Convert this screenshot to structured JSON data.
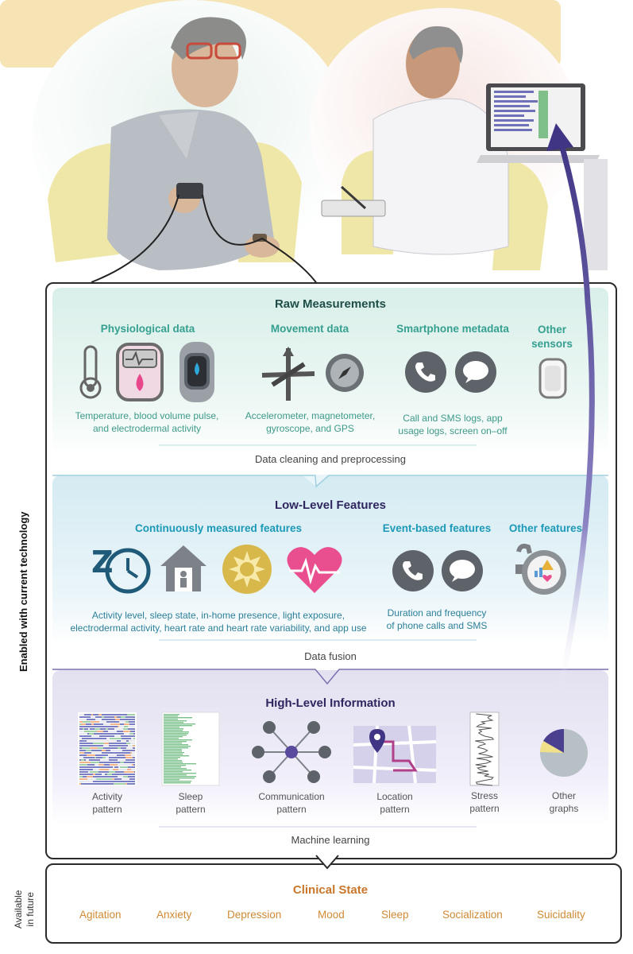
{
  "side": {
    "enabled": "Enabled with current technology",
    "future_line1": "Available",
    "future_line2": "in future"
  },
  "raw": {
    "title": "Raw Measurements",
    "physio": {
      "title": "Physiological data",
      "desc1": "Temperature, blood volume pulse,",
      "desc2": "and electrodermal activity"
    },
    "movement": {
      "title": "Movement data",
      "desc1": "Accelerometer, magnetometer,",
      "desc2": "gyroscope, and GPS"
    },
    "phone": {
      "title": "Smartphone metadata",
      "desc1": "Call and SMS logs, app",
      "desc2": "usage logs, screen on–off"
    },
    "other": {
      "title1": "Other",
      "title2": "sensors"
    }
  },
  "step1": "Data cleaning and preprocessing",
  "low": {
    "title": "Low-Level Features",
    "continuous": {
      "title": "Continuously measured features",
      "desc1": "Activity level, sleep state, in-home presence, light exposure,",
      "desc2": "electrodermal activity, heart rate and heart rate variability, and app use"
    },
    "event": {
      "title": "Event-based features",
      "desc1": "Duration and frequency",
      "desc2": "of phone calls and SMS"
    },
    "other": {
      "title": "Other features"
    }
  },
  "step2": "Data fusion",
  "high": {
    "title": "High-Level Information",
    "items": [
      {
        "l1": "Activity",
        "l2": "pattern"
      },
      {
        "l1": "Sleep",
        "l2": "pattern"
      },
      {
        "l1": "Communication",
        "l2": "pattern"
      },
      {
        "l1": "Location",
        "l2": "pattern"
      },
      {
        "l1": "Stress",
        "l2": "pattern"
      },
      {
        "l1": "Other",
        "l2": "graphs"
      }
    ]
  },
  "step3": "Machine learning",
  "clinical": {
    "title": "Clinical State",
    "items": [
      "Agitation",
      "Anxiety",
      "Depression",
      "Mood",
      "Sleep",
      "Socialization",
      "Suicidality"
    ]
  },
  "colors": {
    "teal": "#35a08f",
    "blue": "#1c99b8",
    "purple": "#2f2660",
    "orange": "#d08a35",
    "arrow": "#4b3f8f"
  },
  "icons": [
    "thermometer-icon",
    "wearable-monitor-icon",
    "wristband-icon",
    "axes-icon",
    "compass-icon",
    "phone-icon",
    "chat-icon",
    "sensor-icon",
    "sleep-clock-icon",
    "home-icon",
    "sun-icon",
    "heart-rate-icon",
    "smartwatch-icon"
  ]
}
